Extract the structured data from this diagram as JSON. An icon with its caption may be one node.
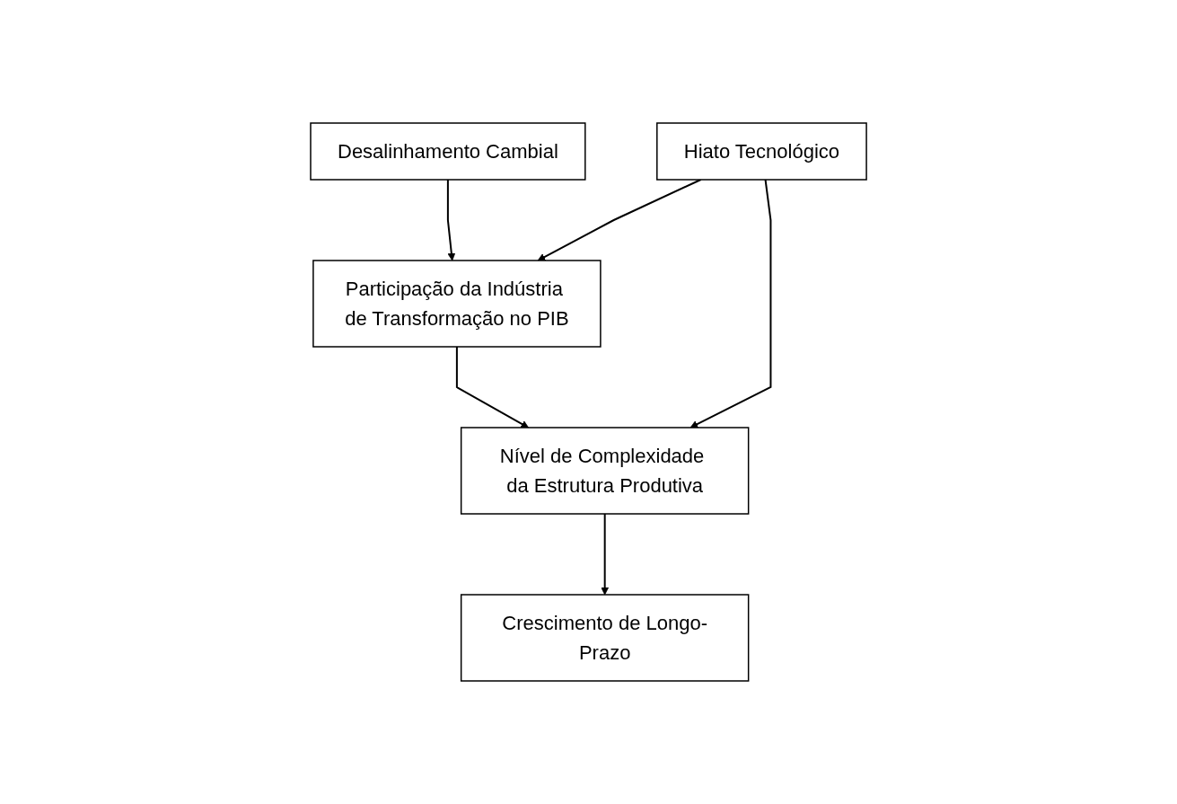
{
  "diagram": {
    "nodes": [
      {
        "text": [
          "Desalinhamento Cambial"
        ]
      },
      {
        "text": [
          "Hiato Tecnológico"
        ]
      },
      {
        "text": [
          "Participação da Indústria de Transformação no PIB"
        ]
      },
      {
        "text": [
          "Nível de Complexidade da Estrutura Produtiva"
        ]
      },
      {
        "text": [
          "Crescimento de Longo-Prazo"
        ]
      }
    ],
    "edges": [
      {
        "from": 0,
        "to": 2,
        "arrow": "to"
      },
      {
        "from": 1,
        "to": 2,
        "arrow": "to"
      },
      {
        "from": 2,
        "to": 3,
        "arrow": "to"
      },
      {
        "from": 1,
        "to": 3,
        "arrow": "to"
      },
      {
        "from": 3,
        "to": 4,
        "arrow": "to"
      }
    ]
  }
}
